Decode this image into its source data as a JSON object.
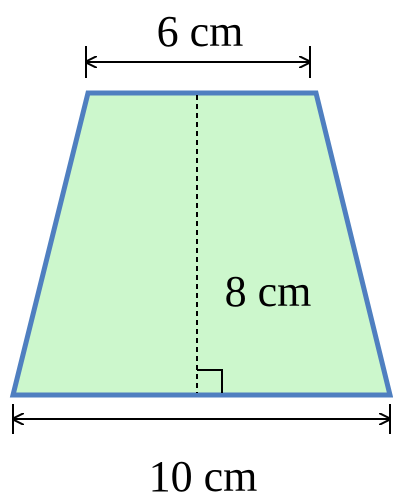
{
  "diagram": {
    "shape": "trapezoid",
    "colors": {
      "fill": "#ccf7cc",
      "stroke": "#4f7fc0",
      "annotation": "#000000"
    },
    "top_label": "6 cm",
    "height_label": "8 cm",
    "bottom_label": "10 cm",
    "right_angle_marker": true
  }
}
